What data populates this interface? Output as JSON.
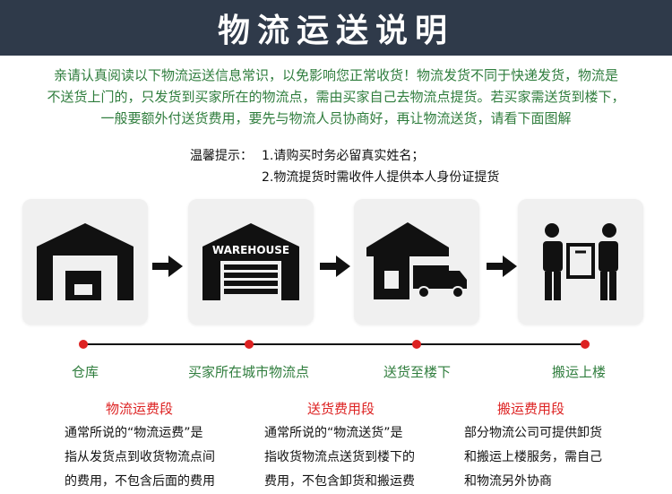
{
  "header": {
    "title": "物流运送说明"
  },
  "intro": {
    "lines": [
      "亲请认真阅读以下物流运送信息常识，以免影响您正常收货！物流发货不同于快递发货，物流是",
      "不送货上门的，只发货到买家所在的物流点，需由买家自己去物流点提货。若买家需送货到楼下，",
      "一般要额外付送货费用，要先与物流人员协商好，再让物流送货，请看下面图解"
    ]
  },
  "tips": {
    "label": "温馨提示：",
    "items": [
      "1.请购买时务必留真实姓名；",
      "2.物流提货时需收件人提供本人身份证提货"
    ]
  },
  "flow": {
    "warehouse_sign": "WAREHOUSE",
    "stages": [
      "仓库",
      "买家所在城市物流点",
      "送货至楼下",
      "搬运上楼"
    ],
    "sections": [
      {
        "title": "物流运费段",
        "lines": [
          "通常所说的“物流运费”是",
          "指从发货点到收货物流点间",
          "的费用，不包含后面的费用"
        ]
      },
      {
        "title": "送货费用段",
        "lines": [
          "通常所说的“物流送货”是",
          "指收货物流点送货到楼下的",
          "费用，不包含卸货和搬运费"
        ]
      },
      {
        "title": "搬运费用段",
        "lines": [
          "部分物流公司可提供卸货",
          "和搬运上楼服务，需自己",
          "和物流另外协商"
        ]
      }
    ]
  }
}
